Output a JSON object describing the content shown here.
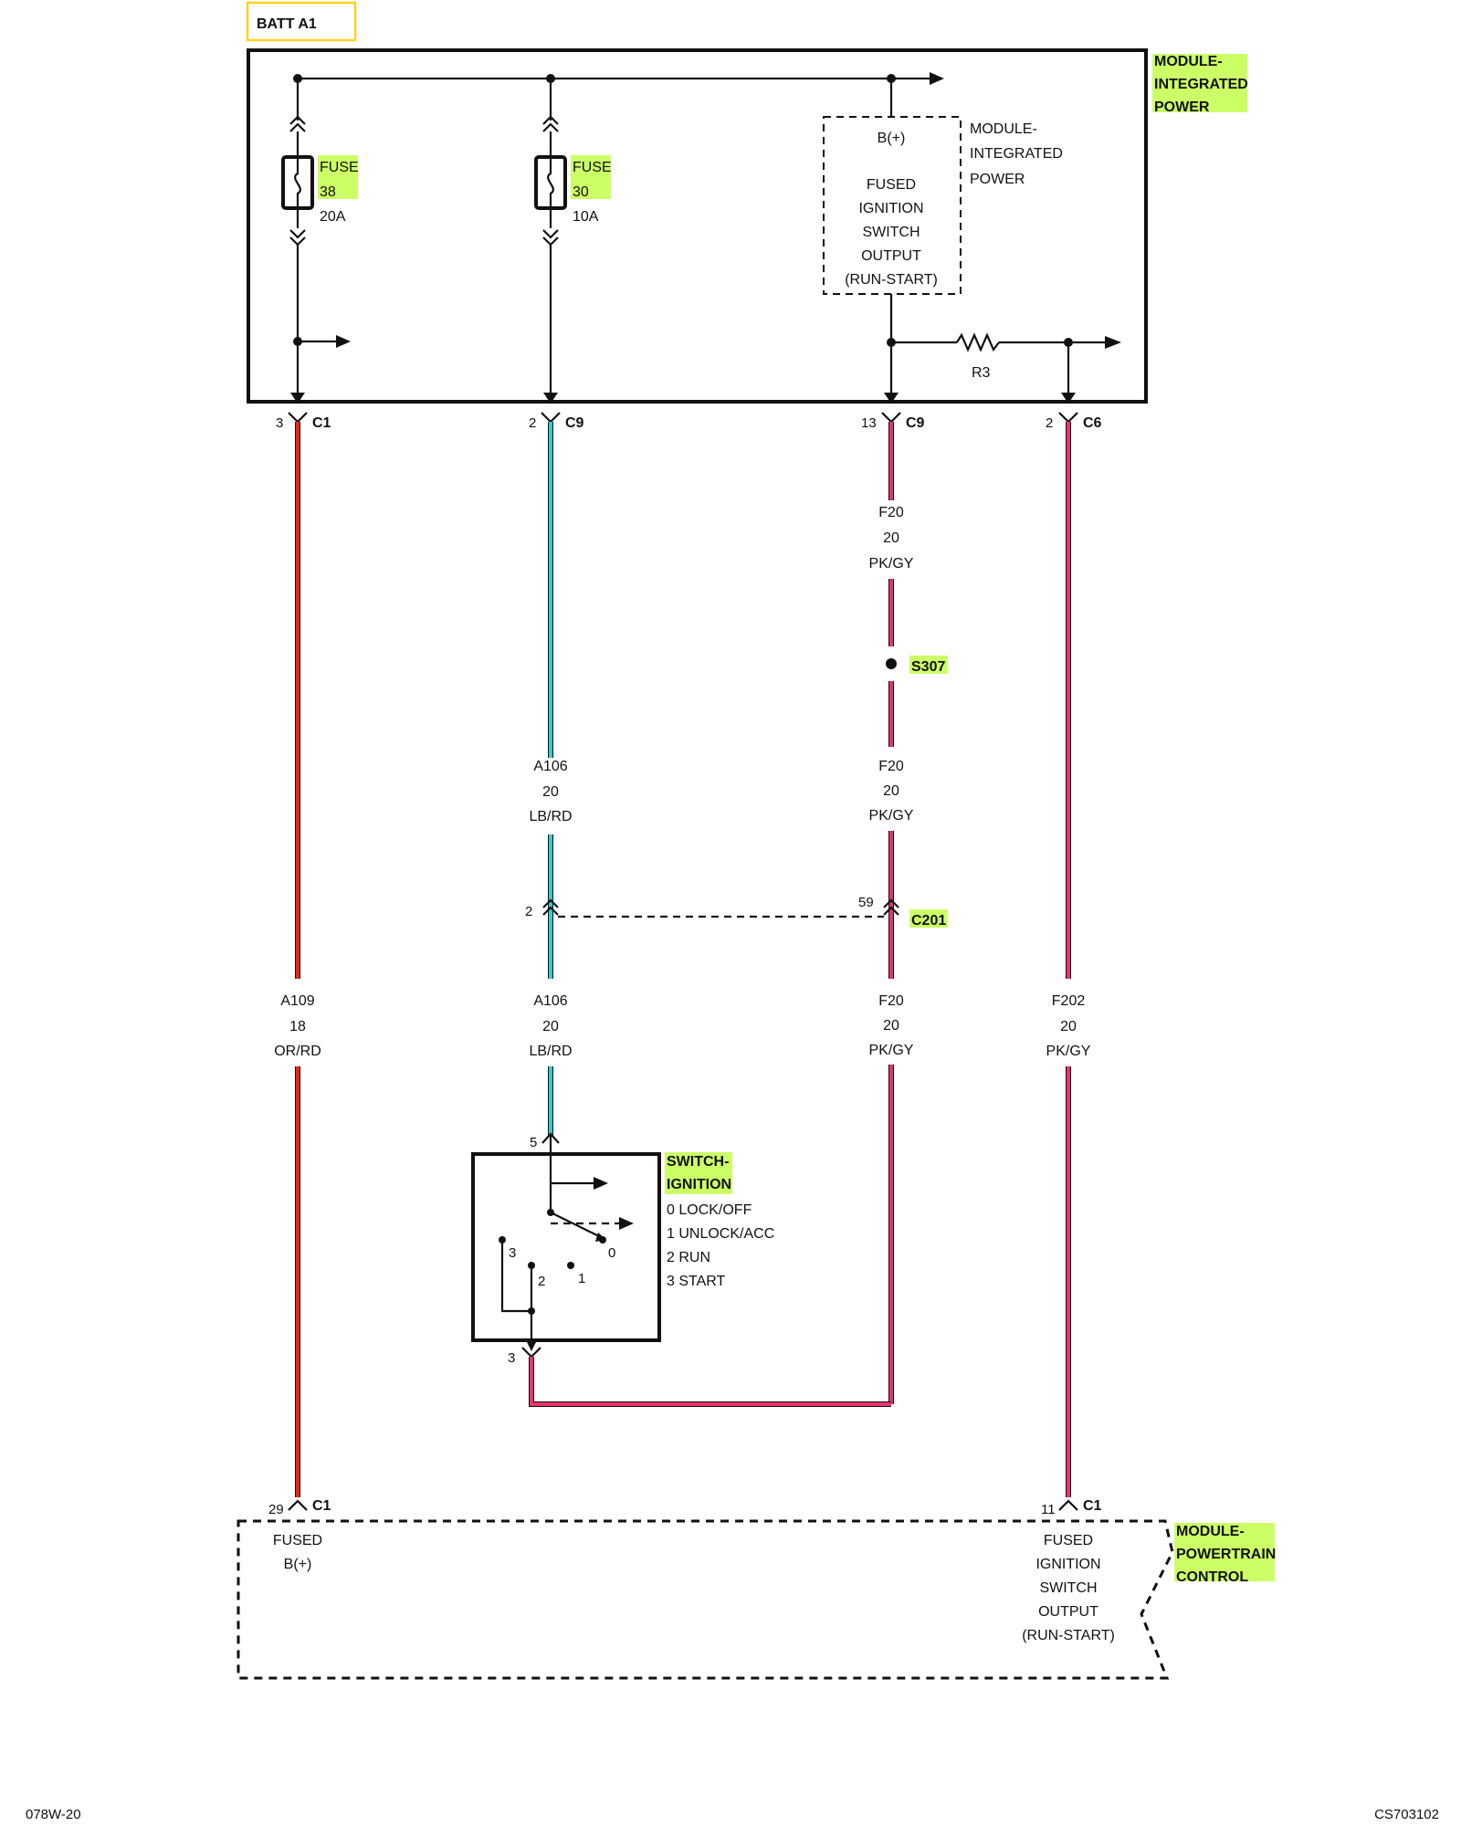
{
  "page": {
    "footer_left": "078W-20",
    "footer_right": "CS703102"
  },
  "battery": {
    "label": "BATT A1"
  },
  "ipm": {
    "name_l1": "MODULE-",
    "name_l2": "INTEGRATED",
    "name_l3": "POWER",
    "inner_l1": "MODULE-",
    "inner_l2": "INTEGRATED",
    "inner_l3": "POWER",
    "output_box": [
      "B(+)",
      "FUSED",
      "IGNITION",
      "SWITCH",
      "OUTPUT",
      "(RUN-START)"
    ],
    "resistor": "R3",
    "fuses": [
      {
        "name": "FUSE",
        "number": "38",
        "rating": "20A"
      },
      {
        "name": "FUSE",
        "number": "30",
        "rating": "10A"
      }
    ]
  },
  "connectors_top": [
    {
      "pin": "3",
      "name": "C1"
    },
    {
      "pin": "2",
      "name": "C9"
    },
    {
      "pin": "13",
      "name": "C9"
    },
    {
      "pin": "2",
      "name": "C6"
    }
  ],
  "wires": {
    "f20_a": [
      "F20",
      "20",
      "PK/GY"
    ],
    "splice": "S307",
    "f20_b": [
      "F20",
      "20",
      "PK/GY"
    ],
    "a106_a": [
      "A106",
      "20",
      "LB/RD"
    ],
    "c201": {
      "pin_left": "2",
      "pin_right": "59",
      "name": "C201"
    },
    "a109": [
      "A109",
      "18",
      "OR/RD"
    ],
    "a106_b": [
      "A106",
      "20",
      "LB/RD"
    ],
    "f20_c": [
      "F20",
      "20",
      "PK/GY"
    ],
    "f202": [
      "F202",
      "20",
      "PK/GY"
    ]
  },
  "switch": {
    "name_l1": "SWITCH-",
    "name_l2": "IGNITION",
    "positions": [
      "0 LOCK/OFF",
      "1 UNLOCK/ACC",
      "2 RUN",
      "3 START"
    ],
    "pin_top": "5",
    "pin_bottom": "3",
    "contact_labels": [
      "3",
      "2",
      "1",
      "0"
    ]
  },
  "pcm": {
    "name_l1": "MODULE-",
    "name_l2": "POWERTRAIN",
    "name_l3": "CONTROL",
    "left_pin": "29",
    "left_conn": "C1",
    "left_text": [
      "FUSED",
      "B(+)"
    ],
    "right_pin": "11",
    "right_conn": "C1",
    "right_text": [
      "FUSED",
      "IGNITION",
      "SWITCH",
      "OUTPUT",
      "(RUN-START)"
    ]
  },
  "colors": {
    "red_wire": "#ee2211",
    "pink_wire": "#e8336a",
    "blue_wire": "#33cccc",
    "highlight": "#ccff66",
    "battery_box": "#ffd21f"
  }
}
